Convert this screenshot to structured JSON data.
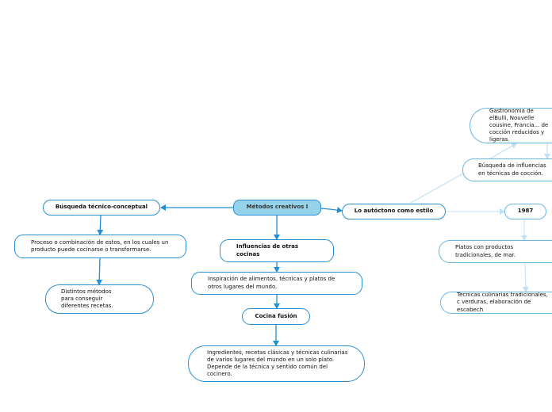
{
  "root": {
    "label": "Métodos creativos I"
  },
  "left_branch": {
    "title": "Búsqueda técnico-conceptual",
    "desc": "Proceso o combinación de estos, en los cuales un producto puede cocinarse o transformarse.",
    "child": "Distintos métodos para conseguir diferentes recetas."
  },
  "center_branch": {
    "title": "Influencias de otras cocinas",
    "desc": "Inspiración de alimentos, técnicas y platos de otros lugares del mundo.",
    "sub_title": "Cocina fusión",
    "sub_desc": "Ingredientes, recetas clásicas y técnicas culinarias de varios lugares del mundo en un solo plato. Depende de la técnica y sentido común del cocinero."
  },
  "right_branch": {
    "title": "Lo autóctono como estilo",
    "top_node": "Gastronomía de elBulli, Nouvelle cousine, Francia... de cocción reducidos y ligeras.",
    "influences": "Búsqueda de influencias en técnicas de cocción.",
    "year": "1987",
    "dishes": "Platos con productos tradicionales, de mar.",
    "techniques": "Técnicas culinarias tradicionales, c verduras, elaboración de escabech"
  },
  "colors": {
    "root_fill": "#96d3ea",
    "main_link": "#1f8fd6",
    "light_link": "#bfe0f5",
    "border": "#2a8fd1"
  }
}
